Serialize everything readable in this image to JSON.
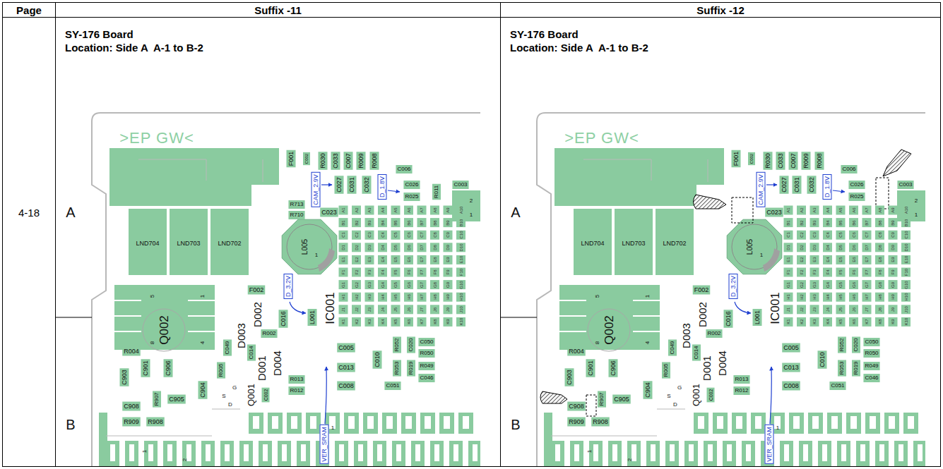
{
  "diagram": {
    "nodes": [
      {
        "text": [
          "Page"
        ]
      },
      {
        "text": [
          "Suffix -11"
        ]
      },
      {
        "text": [
          "Suffix -12"
        ]
      },
      {
        "text": [
          "4-18"
        ]
      },
      {
        "text": [
          "SY-176 Board",
          "Location: Side A  A-1 to B-2"
        ]
      },
      {
        "text": [
          "SY-176 Board",
          "Location: Side A  A-1 to B-2"
        ]
      }
    ],
    "labels": [
      ">EP GW<",
      "F001",
      "C002",
      "R030",
      "C033",
      "C007",
      "R009",
      "R008",
      "C006",
      "C003",
      "CAM_2.9V",
      "C027",
      "C031",
      "C032",
      "C026",
      "R025",
      "R011",
      "2",
      "1",
      "D_1.8V",
      "R713",
      "R710",
      "C023",
      "LND704",
      "LND703",
      "LND702",
      "L005",
      "1",
      "A",
      "F002",
      "D_3.2V",
      "IC001",
      "Q002",
      "5",
      "1",
      "8",
      "4",
      "D003",
      "D002",
      "R002",
      "C016",
      "L001",
      "R004",
      "C903",
      "C901",
      "C906",
      "C049",
      "C014",
      "D001",
      "D004",
      "R005",
      "C904",
      "C005",
      "C010",
      "R052",
      "C020",
      "C050",
      "R050",
      "R053",
      "R019",
      "R049",
      "C046",
      "C013",
      "C008",
      "C051",
      "R013",
      "R012",
      "S",
      "G",
      "D",
      "Q001",
      "C002",
      "C905",
      "R907",
      "C908",
      "R909",
      "R908",
      "B",
      "VER_SRAM",
      "1",
      "1",
      "2",
      "A1",
      "A2",
      "A3",
      "A4",
      "A5",
      "A6",
      "A7",
      "A8",
      "A9",
      "A10",
      "B1",
      "B2",
      "B3",
      "B4",
      "B5",
      "B6",
      "B7",
      "B8",
      "B9",
      "B10",
      "C1",
      "C2",
      "C3",
      "C4",
      "C5",
      "C6",
      "C7",
      "C8",
      "C9",
      "C10",
      "D1",
      "D2",
      "D3",
      "D4",
      "D5",
      "D6",
      "D7",
      "D8",
      "D9",
      "D10",
      "E1",
      "E2",
      "E3",
      "E4",
      "E5",
      "E6",
      "E7",
      "E8",
      "E9",
      "E10",
      "F1",
      "F2",
      "F3",
      "F4",
      "F5",
      "F6",
      "F7",
      "F8",
      "F9",
      "F10",
      "G1",
      "G2",
      "G3",
      "G4",
      "G5",
      "G6",
      "G7",
      "G8",
      "G9",
      "G10",
      "H1",
      "H2",
      "H3",
      "H4",
      "H5",
      "H6",
      "H7",
      "H8",
      "H9",
      "H10",
      "J1",
      "J2",
      "J3",
      "J4",
      "J5",
      "J6",
      "J7",
      "J8",
      "J9",
      "J10",
      "K1",
      "K2",
      "K3",
      "K4",
      "K5",
      "K6",
      "K7",
      "K8",
      "K9",
      "K10",
      ">EP GW<",
      "F001",
      "C002",
      "R030",
      "C033",
      "C007",
      "R009",
      "R008",
      "C006",
      "C003",
      "CAM_2.9V",
      "C027",
      "C031",
      "C032",
      "C026",
      "R025",
      "2",
      "1",
      "D_1.8V",
      "C023",
      "LND704",
      "LND703",
      "LND702",
      "L005",
      "1",
      "A",
      "F002",
      "D_3.2V",
      "IC001",
      "Q002",
      "5",
      "1",
      "8",
      "4",
      "D003",
      "D002",
      "R002",
      "C016",
      "L001",
      "R004",
      "C903",
      "C901",
      "C906",
      "C049",
      "C014",
      "D001",
      "D004",
      "R005",
      "C904",
      "C005",
      "C010",
      "R052",
      "C020",
      "C050",
      "R050",
      "R053",
      "R019",
      "R049",
      "C046",
      "C013",
      "C008",
      "C051",
      "R013",
      "R012",
      "S",
      "G",
      "D",
      "Q001",
      "C002",
      "C905",
      "R907",
      "C908",
      "R909",
      "R908",
      "B",
      "VER_SRAM",
      "1",
      "1",
      "2",
      "A1",
      "A2",
      "A3",
      "A4",
      "A5",
      "A6",
      "A7",
      "A8",
      "A9",
      "A10",
      "B1",
      "B2",
      "B3",
      "B4",
      "B5",
      "B6",
      "B7",
      "B8",
      "B9",
      "B10",
      "C1",
      "C2",
      "C3",
      "C4",
      "C5",
      "C6",
      "C7",
      "C8",
      "C9",
      "C10",
      "D1",
      "D2",
      "D3",
      "D4",
      "D5",
      "D6",
      "D7",
      "D8",
      "D9",
      "D10",
      "E1",
      "E2",
      "E3",
      "E4",
      "E5",
      "E6",
      "E7",
      "E8",
      "E9",
      "E10",
      "F1",
      "F2",
      "F3",
      "F4",
      "F5",
      "F6",
      "F7",
      "F8",
      "F9",
      "F10",
      "G1",
      "G2",
      "G3",
      "G4",
      "G5",
      "G6",
      "G7",
      "G8",
      "G9",
      "G10",
      "H1",
      "H2",
      "H3",
      "H4",
      "H5",
      "H6",
      "H7",
      "H8",
      "H9",
      "H10",
      "J1",
      "J2",
      "J3",
      "J4",
      "J5",
      "J6",
      "J7",
      "J8",
      "J9",
      "J10",
      "K1",
      "K2",
      "K3",
      "K4",
      "K5",
      "K6",
      "K7",
      "K8",
      "K9",
      "K10"
    ]
  }
}
